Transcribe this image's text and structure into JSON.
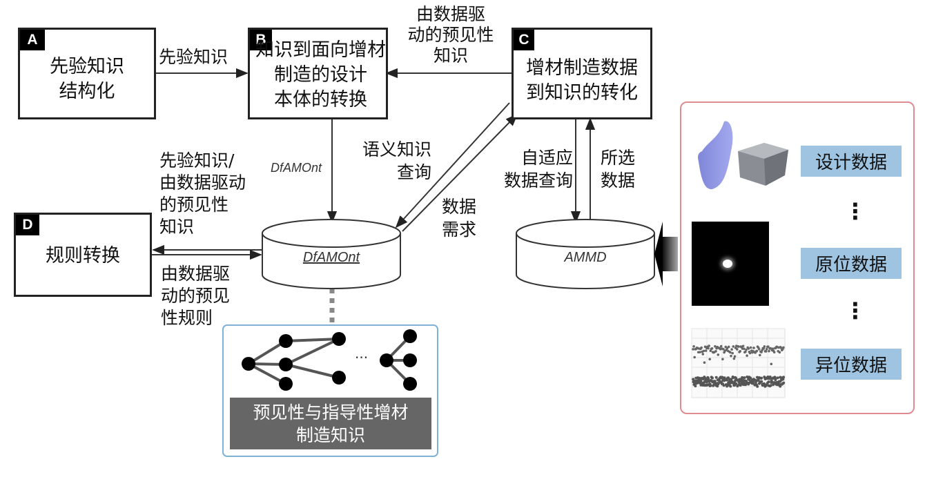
{
  "diagram": {
    "boxes": {
      "A": {
        "tag": "A",
        "text": "先验知识\n结构化"
      },
      "B": {
        "tag": "B",
        "text": "知识到面向增材\n制造的设计\n本体的转换"
      },
      "C": {
        "tag": "C",
        "text": "增材制造数据\n到知识的转化"
      },
      "D": {
        "tag": "D",
        "text": "规则转换"
      }
    },
    "edge_labels": {
      "a_to_b": "先验知识",
      "c_to_b": "由数据驱\n动的预见性\n知识",
      "b_to_db": "DfAMOnt",
      "semantic_query": "语义知识\n查询",
      "data_demand": "数据\n需求",
      "adaptive_query": "自适应\n数据查询",
      "selected_data": "所选\n数据",
      "db_to_d": "先验知识/\n由数据驱动\n的预见性\n知识",
      "d_to_db": "由数据驱\n动的预见\n性规则"
    },
    "databases": {
      "dfamont": "DfAMOnt",
      "ammd": "AMMD"
    },
    "knowledge_box": {
      "ellipsis": "···",
      "caption": "预见性与指导性增材\n制造知识"
    },
    "data_panel": {
      "chips": [
        "设计数据",
        "原位数据",
        "异位数据"
      ],
      "vertical_ellipsis": "⋮"
    },
    "colors": {
      "data_panel_border": "#e08a92",
      "chip_fill": "#9ec4e1",
      "knowledge_border": "#7fb0d6",
      "knowledge_caption_fill": "#666666",
      "blob_fill": "#8f97e3",
      "cube_fill": "#8a8d93"
    }
  }
}
